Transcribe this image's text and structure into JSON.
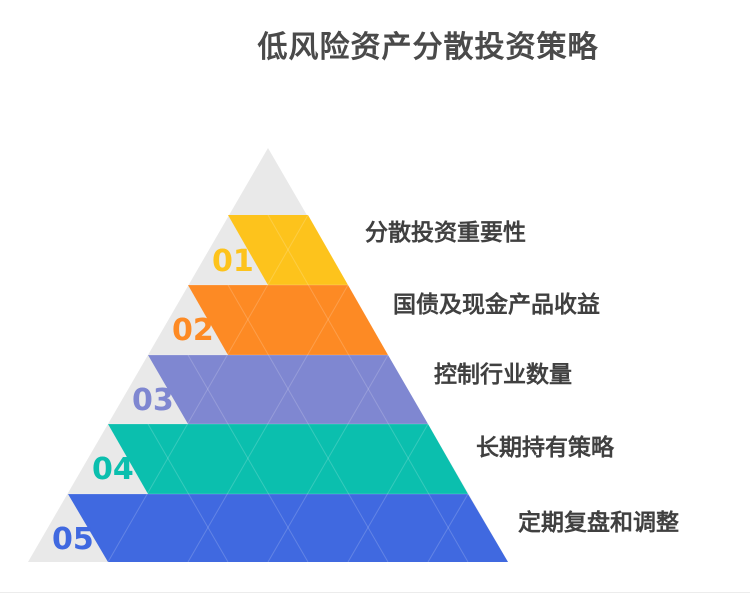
{
  "title": "低风险资产分散投资策略",
  "colors": {
    "background_triangle": "#e9e9e9",
    "grid_line": "#ffffff"
  },
  "levels": [
    {
      "number": "01",
      "label": "分散投资重要性",
      "color": "#fdc31c"
    },
    {
      "number": "02",
      "label": "国债及现金产品收益",
      "color": "#fd8a24"
    },
    {
      "number": "03",
      "label": "控制行业数量",
      "color": "#7f87d1"
    },
    {
      "number": "04",
      "label": "长期持有策略",
      "color": "#0bbfae"
    },
    {
      "number": "05",
      "label": "定期复盘和调整",
      "color": "#4069e0"
    }
  ]
}
